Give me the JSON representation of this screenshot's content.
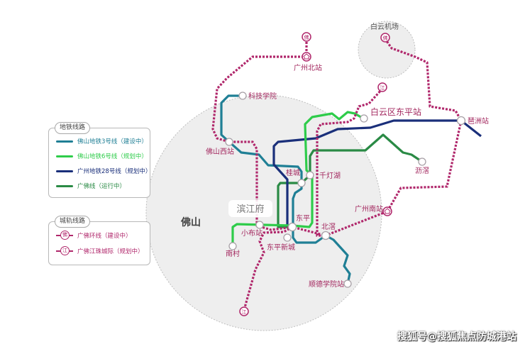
{
  "colors": {
    "foshan_3": "#1f7f95",
    "foshan_6": "#2ecc4a",
    "guangzhou_28": "#1a2f7a",
    "guangfo": "#2a8a45",
    "intercity": "#b0276b"
  },
  "region_label": "佛山",
  "logo_text": "滨江府",
  "legend_metro": {
    "title": "地铁线路",
    "items": [
      {
        "label": "佛山地铁3号线（建设中）",
        "color": "#1f7f95"
      },
      {
        "label": "佛山地铁6号线（规划中）",
        "color": "#2ecc4a"
      },
      {
        "label": "广州地铁28号线（规划中）",
        "color": "#1a2f7a"
      },
      {
        "label": "广佛线（运行中）",
        "color": "#2a8a45"
      }
    ]
  },
  "legend_rail": {
    "title": "城轨线路",
    "items": [
      {
        "icon": "佛",
        "label": "广佛环线（建设中）"
      },
      {
        "icon": "江",
        "label": "广佛江珠城际（规划中）"
      }
    ]
  },
  "stations": {
    "kejixueyuan": "科技学院",
    "foshanxi": "佛山西站",
    "guicheng": "桂城",
    "qiandenghu": "千灯湖",
    "dongping": "东平",
    "beijiao": "北滘",
    "xiaobu": "小布站",
    "nancun": "南村",
    "dongpingxincheng": "东平新城",
    "shundexueyuan": "顺德学院站",
    "baiyun_dongping": "白云区东平站",
    "pazhou": "琶洲站",
    "lijiao": "沥滘",
    "guangzhounan": "广州南站",
    "guangzhoubei": "广州北站",
    "baiyun_airport": "白云机场"
  },
  "line_icons": {
    "fo": "佛",
    "jiang": "江"
  },
  "watermark": "搜狐号@搜狐焦点防城港站"
}
